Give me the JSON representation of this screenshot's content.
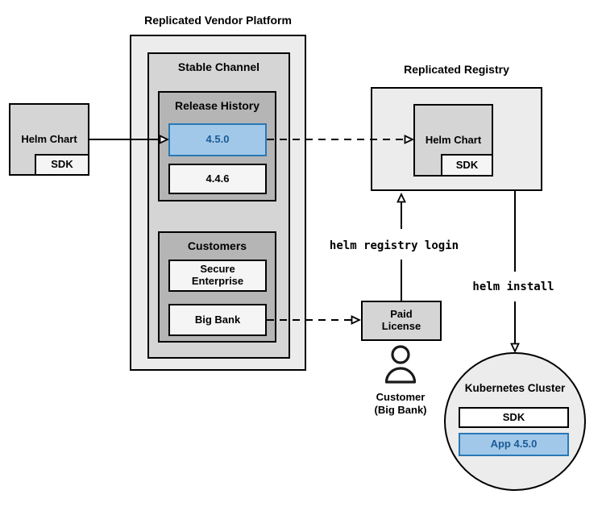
{
  "diagram": {
    "vendor_chart": {
      "label": "Helm Chart",
      "sdk_label": "SDK"
    },
    "platform": {
      "title": "Replicated Vendor Platform",
      "stable_channel": {
        "title": "Stable Channel",
        "release_history": {
          "title": "Release History",
          "versions": [
            "4.5.0",
            "4.4.6"
          ]
        },
        "customers": {
          "title": "Customers",
          "items": [
            "Secure Enterprise",
            "Big Bank"
          ]
        }
      }
    },
    "registry": {
      "title": "Replicated Registry",
      "chart_label": "Helm Chart",
      "sdk_label": "SDK"
    },
    "paid_license": {
      "label": "Paid License"
    },
    "customer": {
      "line1": "Customer",
      "line2": "(Big Bank)"
    },
    "cluster": {
      "title": "Kubernetes Cluster",
      "sdk_label": "SDK",
      "app_label": "App 4.5.0"
    },
    "commands": {
      "registry_login": "helm registry login",
      "install": "helm install"
    },
    "colors": {
      "highlight_fill": "#a2c8e9",
      "highlight_border": "#2978b5",
      "highlight_text": "#1b5a97",
      "container_light": "#ececec",
      "container_mid": "#d5d5d5",
      "container_dark": "#b5b5b5",
      "item_pale": "#f5f5f5"
    }
  }
}
